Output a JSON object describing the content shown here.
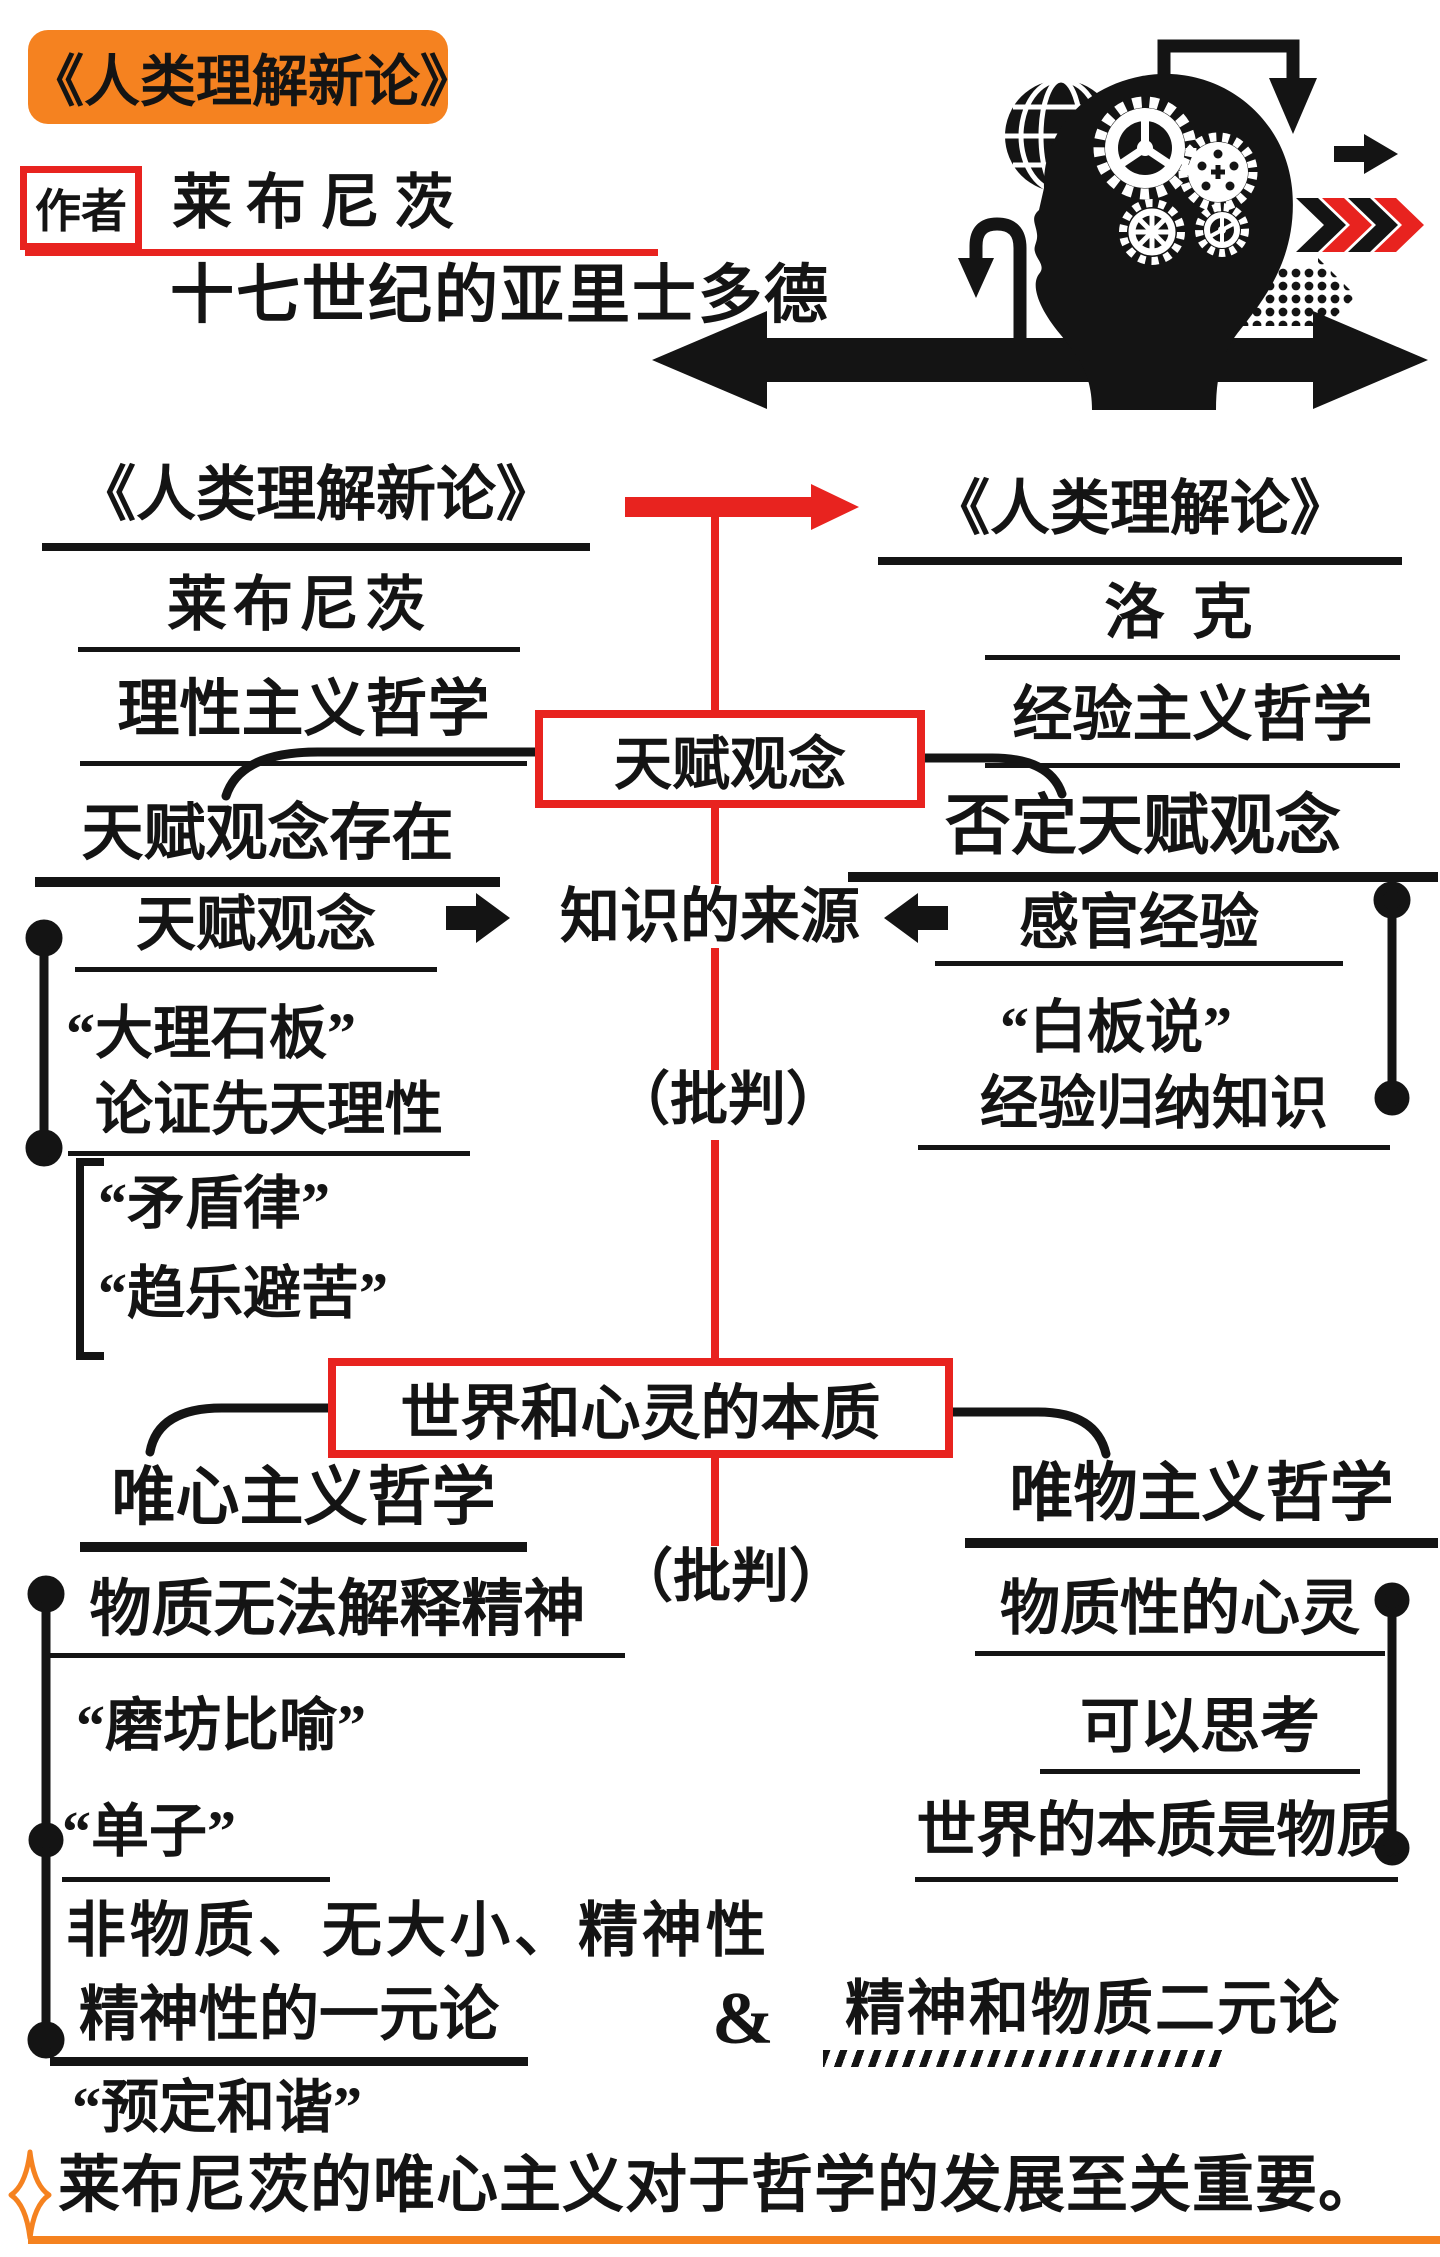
{
  "header": {
    "title": "《人类理解新论》",
    "author_label": "作者",
    "author_name": "莱布尼茨",
    "author_epithet": "十七世纪的亚里士多德"
  },
  "books": {
    "left": {
      "title": "《人类理解新论》",
      "author": "莱布尼茨",
      "school": "理性主义哲学"
    },
    "right": {
      "title": "《人类理解论》",
      "author": "洛克",
      "school": "经验主义哲学"
    }
  },
  "innate": {
    "topic": "天赋观念",
    "center_source": "知识的来源",
    "center_critique": "（批判）",
    "left": {
      "stance": "天赋观念存在",
      "basis": "天赋观念",
      "metaphor": "“大理石板”",
      "argument": "论证先天理性",
      "principles": [
        "“矛盾律”",
        "“趋乐避苦”"
      ]
    },
    "right": {
      "stance": "否定天赋观念",
      "basis": "感官经验",
      "metaphor": "“白板说”",
      "argument": "经验归纳知识"
    }
  },
  "essence": {
    "topic": "世界和心灵的本质",
    "critique": "（批判）",
    "ampersand": "&",
    "left": {
      "school": "唯心主义哲学",
      "claim": "物质无法解释精神",
      "metaphor": "“磨坊比喻”",
      "concept": "“单子”",
      "concept_desc": "非物质、无大小、精神性",
      "doctrine": "精神性的一元论",
      "harmony": "“预定和谐”"
    },
    "right": {
      "school": "唯物主义哲学",
      "claim": "物质性的心灵",
      "ability": "可以思考",
      "world": "世界的本质是物质",
      "doctrine": "精神和物质二元论"
    }
  },
  "conclusion": {
    "text": "莱布尼茨的唯心主义对于哲学的发展至关重要。"
  },
  "colors": {
    "red": "#e8231f",
    "orange": "#f58220",
    "ink": "#141414"
  },
  "icons": {
    "star": "four-point-star-outline",
    "red_arrow": "red-right-arrow",
    "black_arrow_right": "black-right-arrow",
    "black_arrow_left": "black-left-arrow",
    "illustration": "head-silhouette-with-gears-globe-and-arrows"
  }
}
